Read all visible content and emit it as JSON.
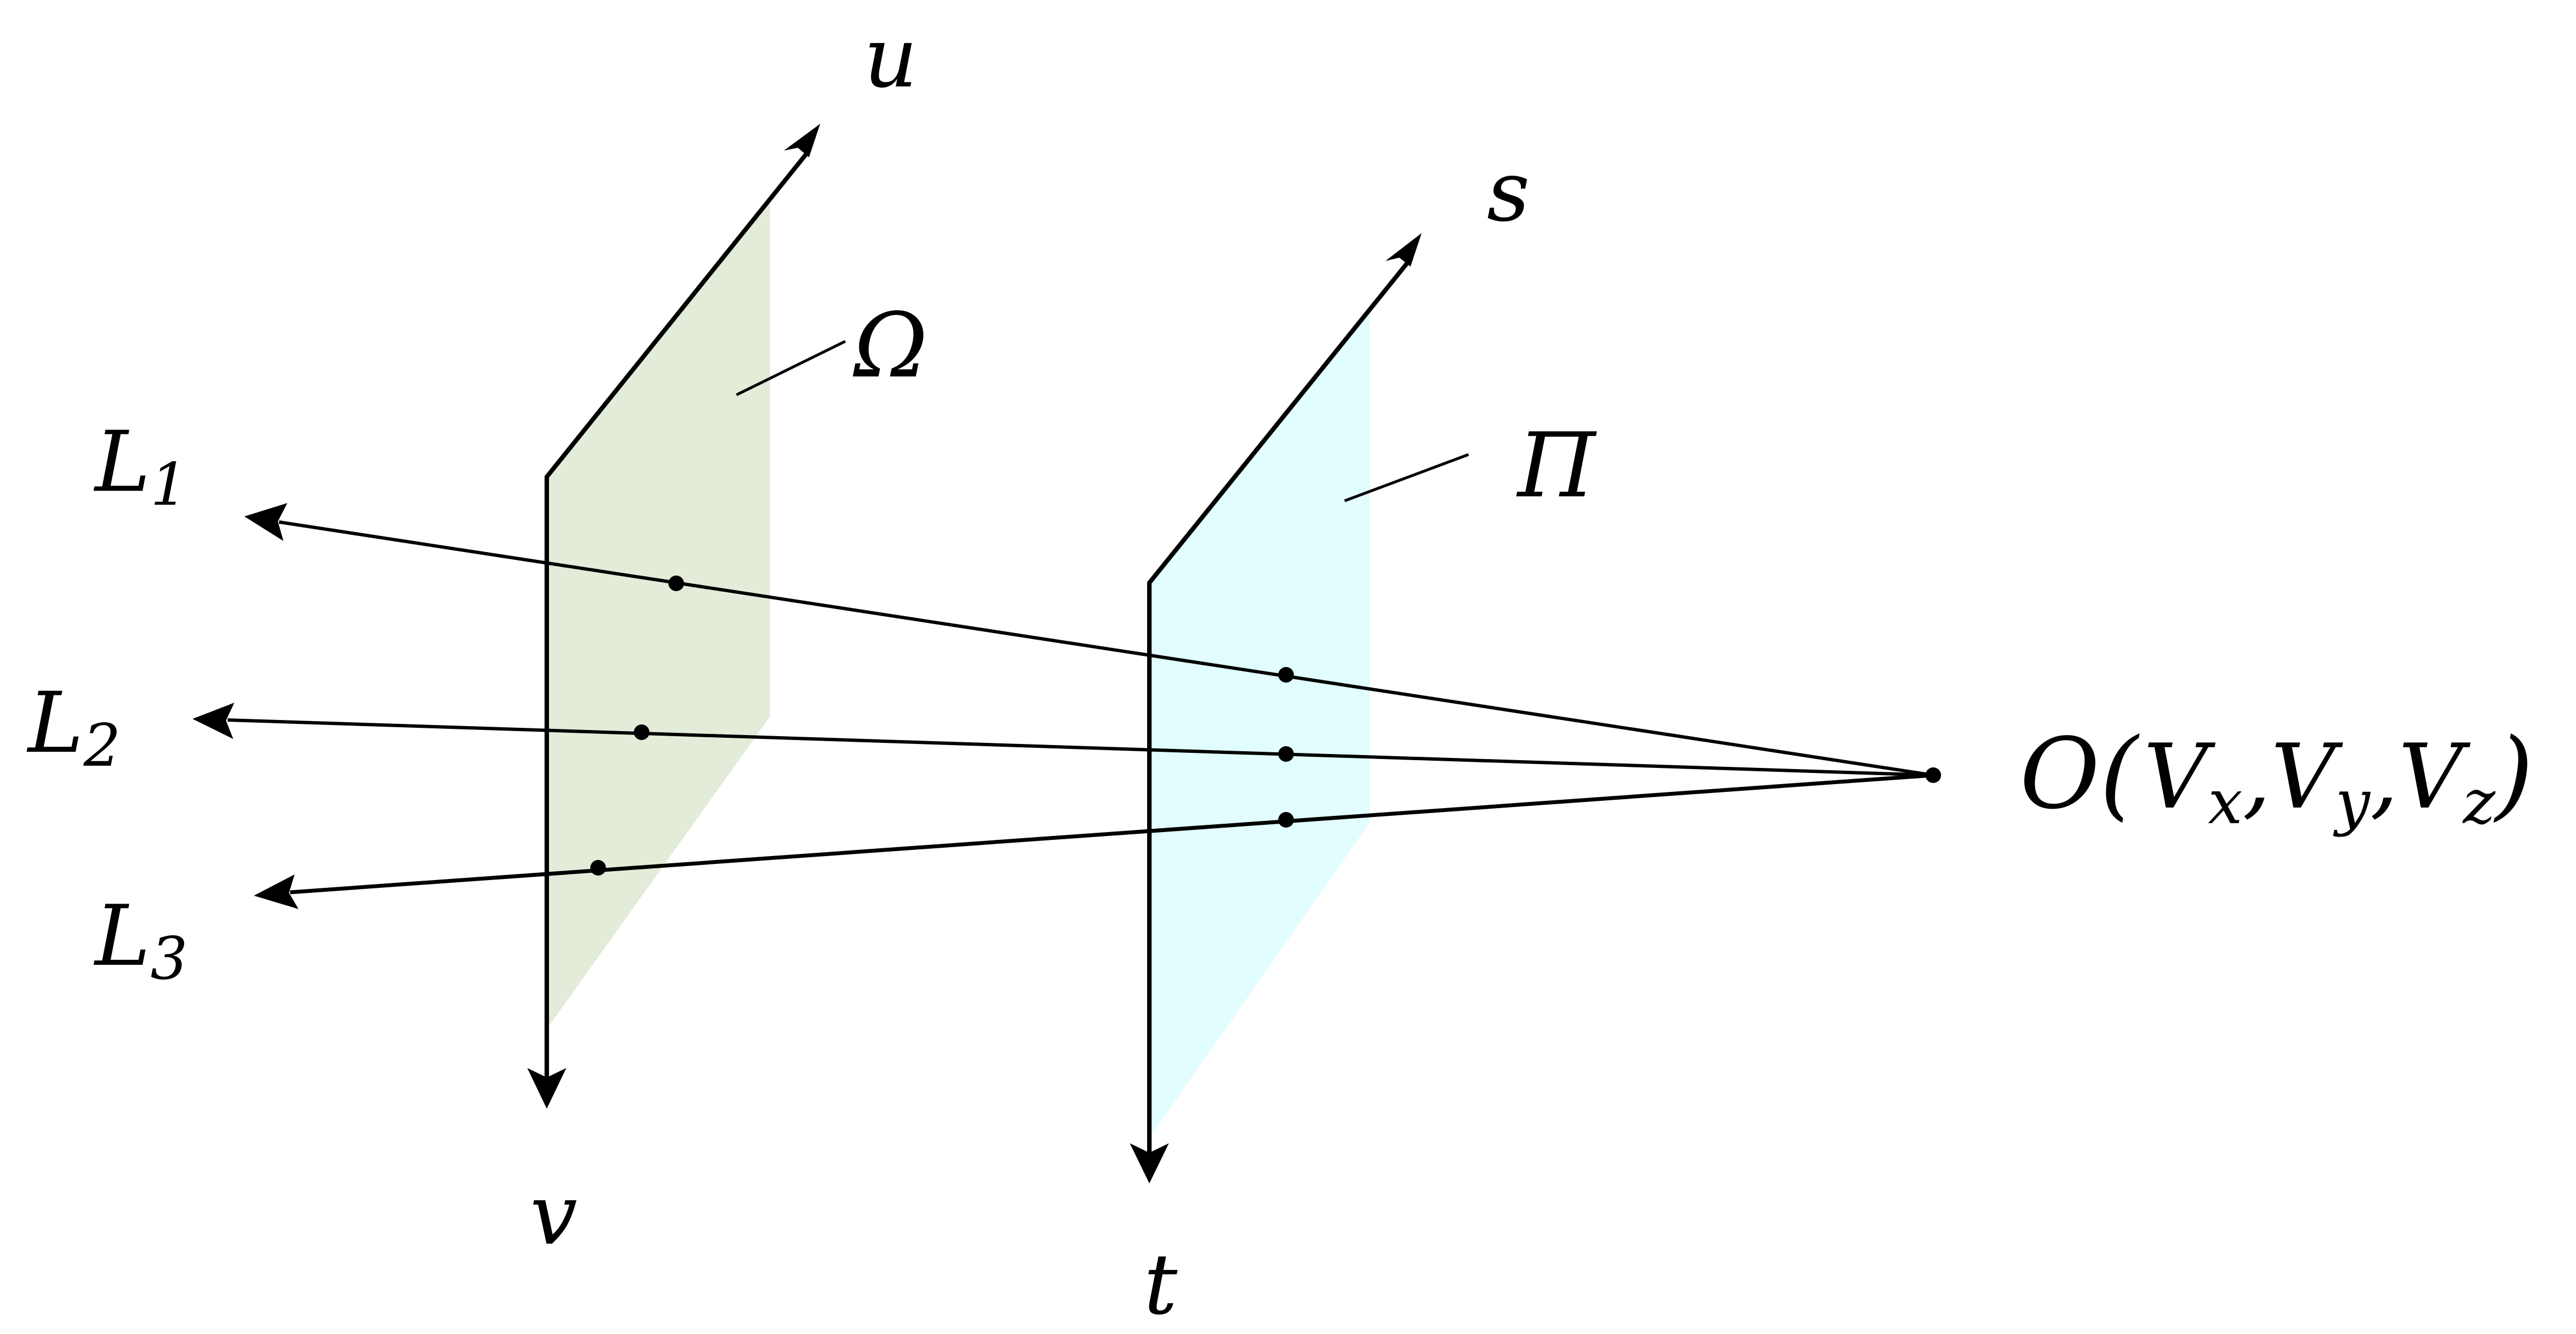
{
  "labels": {
    "u_axis": "u",
    "v_axis": "v",
    "s_axis": "s",
    "t_axis": "t",
    "omega_plane": "Ω",
    "pi_plane": "Π",
    "ray1": {
      "letter": "L",
      "index": "1"
    },
    "ray2": {
      "letter": "L",
      "index": "2"
    },
    "ray3": {
      "letter": "L",
      "index": "3"
    },
    "origin": {
      "name": "O",
      "open": "(",
      "v1": "V",
      "s1": "x",
      "sep1": ",",
      "v2": "V",
      "s2": "y",
      "sep2": ",",
      "v3": "V",
      "s3": "z",
      "close": ")"
    }
  },
  "colors": {
    "omega_fill": "#e2ecd8",
    "pi_fill": "#e1fdfd",
    "stroke": "#000000"
  }
}
